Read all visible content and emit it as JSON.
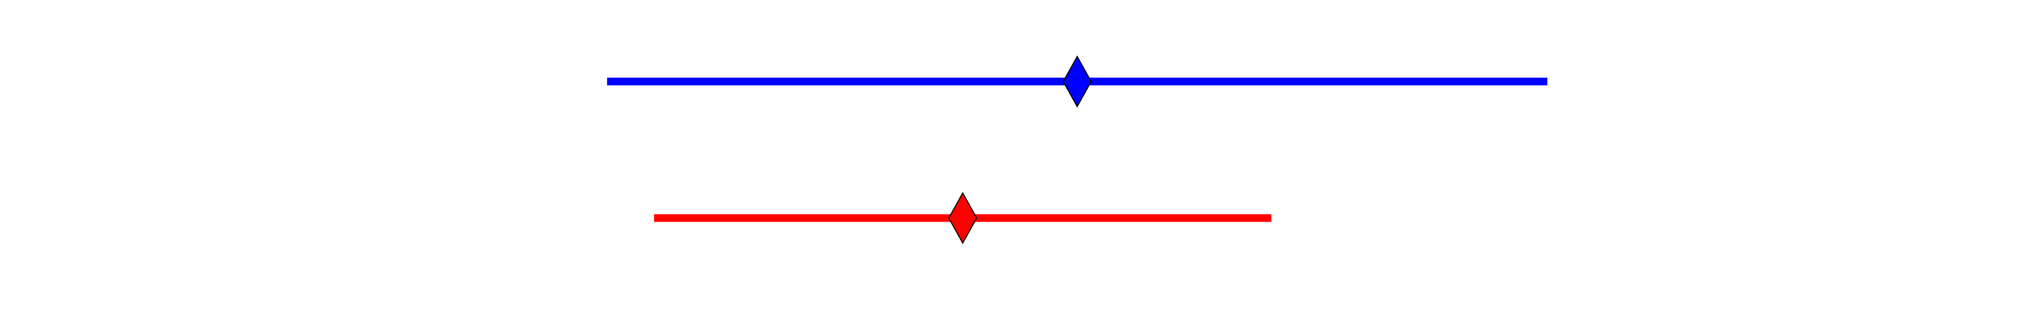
{
  "chart_data": {
    "type": "interval",
    "title": "",
    "xlabel": "",
    "ylabel": "",
    "axes_visible": false,
    "grid": false,
    "legend": "none",
    "xlim": [
      0,
      100
    ],
    "series": [
      {
        "color": "#0000ff",
        "marker": "diamond",
        "low": 29.7,
        "point": 52.7,
        "high": 75.7
      },
      {
        "color": "#ff0000",
        "marker": "diamond",
        "low": 32.0,
        "point": 47.1,
        "high": 62.2
      }
    ]
  }
}
